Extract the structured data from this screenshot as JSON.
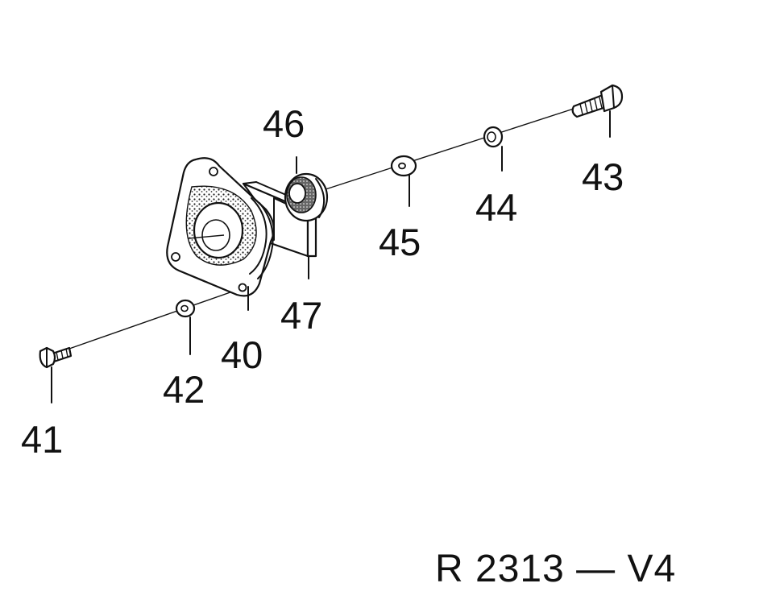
{
  "reference_code": "R 2313 — V4",
  "callouts": {
    "p40": "40",
    "p41": "41",
    "p42": "42",
    "p43": "43",
    "p44": "44",
    "p45": "45",
    "p46": "46",
    "p47": "47"
  }
}
